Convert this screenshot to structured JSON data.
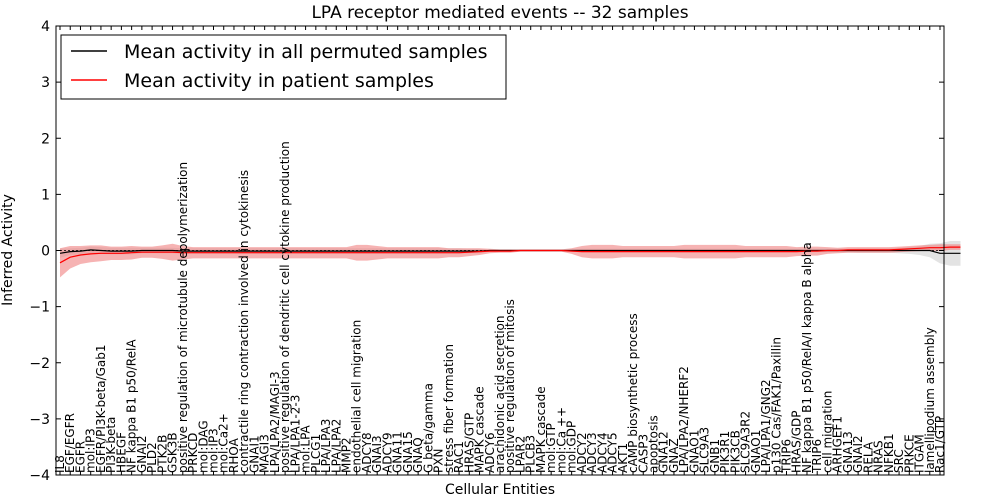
{
  "chart_data": {
    "type": "line",
    "title": "LPA receptor mediated events -- 32 samples",
    "xlabel": "Cellular Entities",
    "ylabel": "Inferred Activity",
    "ylim": [
      -4,
      4
    ],
    "yticks": [
      -4,
      -3,
      -2,
      -1,
      0,
      1,
      2,
      3,
      4
    ],
    "ytick_labels": [
      "−4",
      "−3",
      "−2",
      "−1",
      "0",
      "1",
      "2",
      "3",
      "4"
    ],
    "grid": false,
    "legend_position": "top-left",
    "categories": [
      "IL8",
      "EGF/EGFR",
      "EGFR",
      "mol:IP3",
      "EGFR/PI3K-beta/Gab1",
      "PI3K-beta",
      "HBEGF",
      "NF kappa B1 p50/RelA",
      "GNAI2",
      "PLD2",
      "PTK2B",
      "GSK3B",
      "positive regulation of microtubule depolymerization",
      "PRKCD",
      "mol:DAG",
      "mol:IP3",
      "mol:Ca2+",
      "RHOA",
      "contractile ring contraction involved in cytokinesis",
      "GNAI1",
      "MAGI3",
      "LPA/LPA2/MAGI-3",
      "positive regulation of dendritic cell cytokine production",
      "LPA/LPA1-2-3",
      "mol:LPA",
      "PLCG1",
      "LPA/LPA3",
      "LPA/LPA2",
      "MMP2",
      "endothelial cell migration",
      "ADCY8",
      "GNAI3",
      "ADCY9",
      "GNA11",
      "GNA15",
      "GNAQ",
      "G beta/gamma",
      "PXN",
      "stress fiber formation",
      "RAC1",
      "HRAS/GTP",
      "MAPK cascade",
      "ADCY6",
      "arachidonic acid secretion",
      "positive regulation of mitosis",
      "LPAR2",
      "PLCB3",
      "MAPK cascade",
      "mol:GTP",
      "mol:Ca ++",
      "mol:GDP",
      "ADCY2",
      "ADCY3",
      "ADCY4",
      "ADCY5",
      "AKT1",
      "cAMP biosynthetic process",
      "CASP3",
      "apoptosis",
      "GNA12",
      "GNAZ",
      "LPA/LPA2/NHERF2",
      "GNAO1",
      "SLC9A3",
      "GNB1",
      "PIK3R1",
      "PIK3CB",
      "SLC9A3R2",
      "GNAO1",
      "LPA/LPA1/GNG2",
      "p130 Cas/FAK1/Paxillin",
      "TRIP6",
      "HRAS/GDP",
      "NF kappa B1 p50/RelA/I kappa B alpha",
      "TRIP6",
      "cell migration",
      "ARHGEF1",
      "GNA13",
      "GNAI2",
      "RELA",
      "NRAS",
      "NFKB1",
      "SRC",
      "PRKCE",
      "ITGAM",
      "lamellipodium assembly",
      "Rac1/GTP"
    ],
    "series": [
      {
        "name": "Mean activity in all permuted samples",
        "color": "#000000",
        "band_color": "#cccccc",
        "values": [
          -0.05,
          -0.02,
          -0.01,
          0.01,
          0.0,
          -0.01,
          -0.01,
          -0.01,
          0.0,
          0.0,
          0.0,
          0.0,
          -0.01,
          -0.01,
          -0.01,
          -0.01,
          -0.01,
          -0.01,
          -0.01,
          -0.01,
          -0.01,
          -0.01,
          -0.01,
          -0.01,
          -0.01,
          -0.01,
          -0.01,
          -0.01,
          -0.01,
          -0.01,
          -0.01,
          -0.01,
          -0.01,
          -0.01,
          -0.01,
          -0.01,
          -0.01,
          -0.01,
          -0.01,
          -0.01,
          -0.01,
          -0.01,
          0.0,
          0.0,
          0.0,
          0.0,
          0.0,
          0.0,
          0.0,
          0.0,
          0.0,
          0.0,
          0.0,
          0.0,
          0.0,
          0.0,
          0.0,
          0.0,
          0.0,
          0.0,
          0.0,
          0.0,
          0.0,
          0.0,
          0.0,
          0.0,
          0.0,
          0.0,
          0.0,
          0.0,
          0.0,
          0.0,
          0.0,
          0.0,
          0.0,
          0.0,
          0.0,
          0.0,
          0.0,
          0.0,
          0.0,
          0.0,
          0.0,
          0.0,
          0.0,
          0.0,
          -0.05,
          -0.05,
          -0.05
        ],
        "band": [
          0.08,
          0.06,
          0.06,
          0.06,
          0.06,
          0.06,
          0.06,
          0.06,
          0.05,
          0.05,
          0.05,
          0.05,
          0.05,
          0.05,
          0.05,
          0.05,
          0.05,
          0.05,
          0.05,
          0.05,
          0.05,
          0.05,
          0.05,
          0.05,
          0.05,
          0.05,
          0.05,
          0.05,
          0.05,
          0.05,
          0.05,
          0.05,
          0.05,
          0.05,
          0.05,
          0.05,
          0.05,
          0.05,
          0.05,
          0.05,
          0.04,
          0.04,
          0.02,
          0.02,
          0.02,
          0.01,
          0.01,
          0.01,
          0.01,
          0.01,
          0.02,
          0.03,
          0.03,
          0.03,
          0.03,
          0.03,
          0.03,
          0.03,
          0.03,
          0.03,
          0.03,
          0.03,
          0.03,
          0.03,
          0.03,
          0.03,
          0.03,
          0.03,
          0.03,
          0.03,
          0.03,
          0.03,
          0.03,
          0.03,
          0.03,
          0.03,
          0.03,
          0.03,
          0.04,
          0.04,
          0.04,
          0.04,
          0.05,
          0.06,
          0.08,
          0.12,
          0.18,
          0.22,
          0.22
        ]
      },
      {
        "name": "Mean activity in patient samples",
        "color": "#ff0000",
        "band_color": "#f08080",
        "values": [
          -0.22,
          -0.12,
          -0.08,
          -0.06,
          -0.05,
          -0.05,
          -0.05,
          -0.04,
          -0.03,
          -0.03,
          -0.03,
          -0.03,
          -0.04,
          -0.04,
          -0.04,
          -0.04,
          -0.04,
          -0.04,
          -0.04,
          -0.04,
          -0.04,
          -0.04,
          -0.04,
          -0.04,
          -0.04,
          -0.04,
          -0.04,
          -0.04,
          -0.04,
          -0.04,
          -0.04,
          -0.04,
          -0.04,
          -0.04,
          -0.04,
          -0.04,
          -0.04,
          -0.04,
          -0.04,
          -0.04,
          -0.03,
          -0.02,
          -0.01,
          -0.01,
          -0.01,
          0.0,
          0.0,
          0.0,
          0.0,
          0.0,
          -0.01,
          -0.02,
          -0.02,
          -0.02,
          -0.02,
          -0.02,
          -0.02,
          -0.02,
          -0.02,
          -0.02,
          -0.02,
          -0.02,
          -0.02,
          -0.02,
          -0.02,
          -0.02,
          -0.02,
          -0.02,
          -0.02,
          -0.02,
          -0.02,
          -0.02,
          -0.02,
          -0.01,
          -0.01,
          0.0,
          0.0,
          0.01,
          0.01,
          0.01,
          0.01,
          0.01,
          0.02,
          0.03,
          0.04,
          0.05,
          0.05,
          0.06,
          0.06
        ],
        "band": [
          0.26,
          0.2,
          0.16,
          0.15,
          0.14,
          0.12,
          0.12,
          0.12,
          0.1,
          0.1,
          0.12,
          0.15,
          0.12,
          0.1,
          0.1,
          0.1,
          0.1,
          0.1,
          0.1,
          0.1,
          0.1,
          0.1,
          0.1,
          0.1,
          0.1,
          0.1,
          0.1,
          0.1,
          0.1,
          0.14,
          0.14,
          0.12,
          0.1,
          0.1,
          0.1,
          0.1,
          0.1,
          0.1,
          0.08,
          0.08,
          0.07,
          0.06,
          0.04,
          0.03,
          0.03,
          0.02,
          0.02,
          0.02,
          0.02,
          0.02,
          0.05,
          0.1,
          0.12,
          0.12,
          0.12,
          0.1,
          0.1,
          0.1,
          0.1,
          0.1,
          0.1,
          0.12,
          0.12,
          0.12,
          0.12,
          0.12,
          0.12,
          0.1,
          0.1,
          0.1,
          0.1,
          0.1,
          0.08,
          0.08,
          0.08,
          0.06,
          0.05,
          0.05,
          0.05,
          0.05,
          0.05,
          0.05,
          0.05,
          0.05,
          0.05,
          0.05,
          0.06,
          0.05,
          0.05
        ]
      }
    ]
  }
}
